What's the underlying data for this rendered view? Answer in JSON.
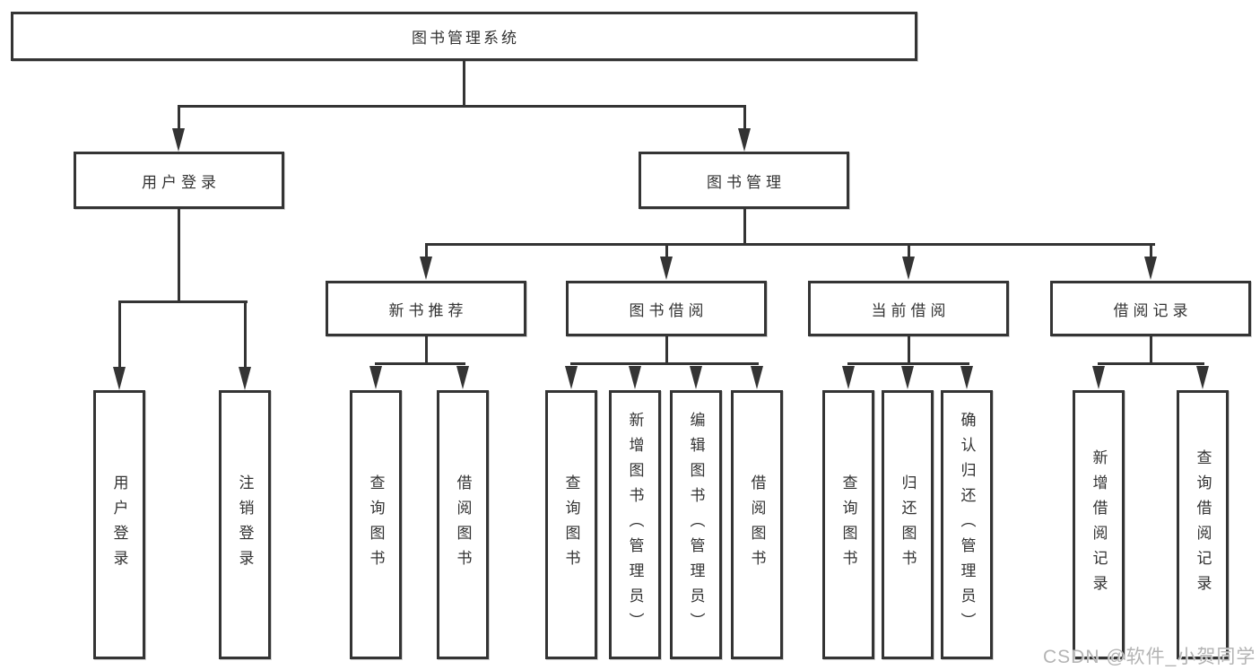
{
  "tree": {
    "root": "图书管理系统",
    "branches": [
      {
        "label": "用户登录",
        "children": [
          "用户登录",
          "注销登录"
        ]
      },
      {
        "label": "图书管理",
        "groups": [
          {
            "label": "新书推荐",
            "children": [
              "查询图书",
              "借阅图书"
            ]
          },
          {
            "label": "图书借阅",
            "children": [
              "查询图书",
              "新增图书（管理员）",
              "编辑图书（管理员）",
              "借阅图书"
            ]
          },
          {
            "label": "当前借阅",
            "children": [
              "查询图书",
              "归还图书",
              "确认归还（管理员）"
            ]
          },
          {
            "label": "借阅记录",
            "children": [
              "新增借阅记录",
              "查询借阅记录"
            ]
          }
        ]
      }
    ]
  },
  "watermark": {
    "text": "CSDN @软件_小贺同学"
  },
  "colors": {
    "line": "#343434",
    "text": "#333333",
    "watermark": "#b4b4b4",
    "background": "#ffffff"
  }
}
